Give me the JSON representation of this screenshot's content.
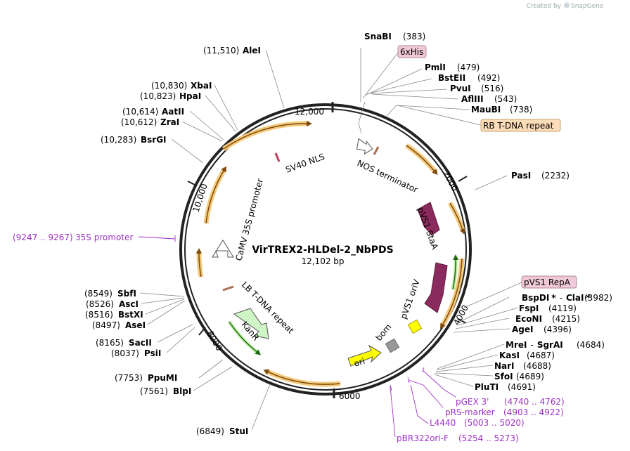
{
  "credit": {
    "prefix": "Created by",
    "brand": "SnapGene"
  },
  "plasmid": {
    "name": "VirTREX2-HLDel-2_NbPDS",
    "size": "12,102 bp"
  },
  "ticks": [
    "2000",
    "4000",
    "6000",
    "8000",
    "10,000",
    "12,000"
  ],
  "features": {
    "nos_terminator": "NOS terminator",
    "pvs1_staa": "pVS1 StaA",
    "pvs1_oriv": "pVS1 oriV",
    "bom": "bom",
    "ori": "ori",
    "kanr": "KanR",
    "lb_tdna": "LB T-DNA repeat",
    "camv35s": "CaMV 35S promoter",
    "sv40nls": "SV40 NLS"
  },
  "boxed_labels": {
    "his6": "6xHis",
    "rb_tdna": "RB T-DNA repeat",
    "pvs1_repa": "pVS1 RepA"
  },
  "sites_right": [
    {
      "name": "SnaBI",
      "pos": "(383)"
    },
    {
      "name": "PmlI",
      "pos": "(479)"
    },
    {
      "name": "BstEII",
      "pos": "(492)"
    },
    {
      "name": "PvuI",
      "pos": "(516)"
    },
    {
      "name": "AflIII",
      "pos": "(543)"
    },
    {
      "name": "MauBI",
      "pos": "(738)"
    },
    {
      "name": "PasI",
      "pos": "(2232)"
    },
    {
      "name": "BspDI",
      "star": "*",
      "sep": "-",
      "name2": "ClaI",
      "star2": "*",
      "pos": "(3982)"
    },
    {
      "name": "FspI",
      "pos": "(4119)"
    },
    {
      "name": "EcoNI",
      "pos": "(4215)"
    },
    {
      "name": "AgeI",
      "pos": "(4396)"
    },
    {
      "name": "MreI",
      "sep": "-",
      "name2": "SgrAI",
      "pos": "(4684)"
    },
    {
      "name": "KasI",
      "pos": "(4687)"
    },
    {
      "name": "NarI",
      "pos": "(4688)"
    },
    {
      "name": "SfoI",
      "pos": "(4689)"
    },
    {
      "name": "PluTI",
      "pos": "(4691)"
    }
  ],
  "sites_left": [
    {
      "name": "AleI",
      "pos": "(11,510)"
    },
    {
      "name": "XbaI",
      "pos": "(10,830)"
    },
    {
      "name": "HpaI",
      "pos": "(10,823)"
    },
    {
      "name": "AatII",
      "pos": "(10,614)"
    },
    {
      "name": "ZraI",
      "pos": "(10,612)"
    },
    {
      "name": "BsrGI",
      "pos": "(10,283)"
    },
    {
      "name": "SbfI",
      "pos": "(8549)"
    },
    {
      "name": "AscI",
      "pos": "(8526)"
    },
    {
      "name": "BstXI",
      "pos": "(8516)"
    },
    {
      "name": "AseI",
      "pos": "(8497)"
    },
    {
      "name": "SacII",
      "pos": "(8165)"
    },
    {
      "name": "PsiI",
      "pos": "(8037)"
    },
    {
      "name": "PpuMI",
      "pos": "(7753)"
    },
    {
      "name": "BlpI",
      "pos": "(7561)"
    },
    {
      "name": "StuI",
      "pos": "(6849)"
    }
  ],
  "primers": [
    {
      "name": "35S promoter",
      "pos": "(9247 .. 9267)"
    },
    {
      "name": "pGEX 3'",
      "pos": "(4740 .. 4762)"
    },
    {
      "name": "pRS-marker",
      "pos": "(4903 .. 4922)"
    },
    {
      "name": "L4440",
      "pos": "(5003 .. 5020)"
    },
    {
      "name": "pBR322ori-F",
      "pos": "(5254 .. 5273)"
    }
  ],
  "colors": {
    "purple": "#a030c8",
    "maroon": "#8b2a5e",
    "orange": "#f5c97a",
    "green": "#2e9a1a",
    "yellow": "#ffff00",
    "pink": "#f0c8d8",
    "peach": "#fbdcb8"
  }
}
